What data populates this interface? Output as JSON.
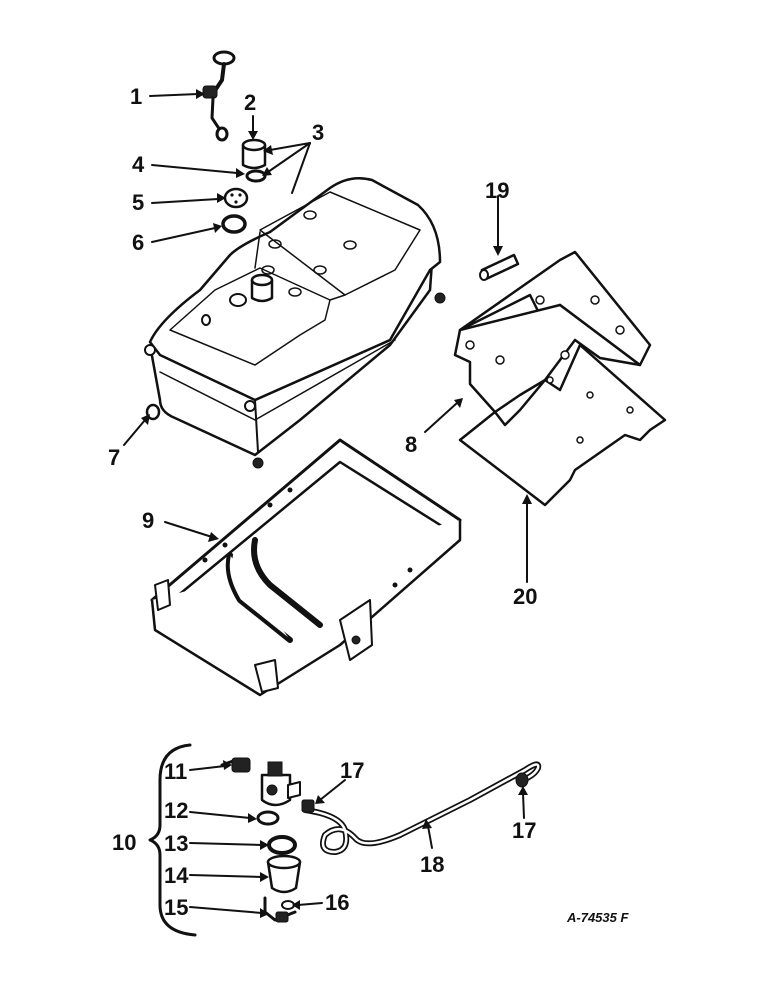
{
  "callouts": [
    {
      "id": "c1",
      "label": "1"
    },
    {
      "id": "c2",
      "label": "2"
    },
    {
      "id": "c3",
      "label": "3"
    },
    {
      "id": "c4",
      "label": "4"
    },
    {
      "id": "c5",
      "label": "5"
    },
    {
      "id": "c6",
      "label": "6"
    },
    {
      "id": "c7",
      "label": "7"
    },
    {
      "id": "c8",
      "label": "8"
    },
    {
      "id": "c9",
      "label": "9"
    },
    {
      "id": "c10",
      "label": "10"
    },
    {
      "id": "c11",
      "label": "11"
    },
    {
      "id": "c12",
      "label": "12"
    },
    {
      "id": "c13",
      "label": "13"
    },
    {
      "id": "c14",
      "label": "14"
    },
    {
      "id": "c15",
      "label": "15"
    },
    {
      "id": "c16",
      "label": "16"
    },
    {
      "id": "c17a",
      "label": "17"
    },
    {
      "id": "c17b",
      "label": "17"
    },
    {
      "id": "c18",
      "label": "18"
    },
    {
      "id": "c19",
      "label": "19"
    },
    {
      "id": "c20",
      "label": "20"
    }
  ],
  "reference_code": "A-74535 F"
}
